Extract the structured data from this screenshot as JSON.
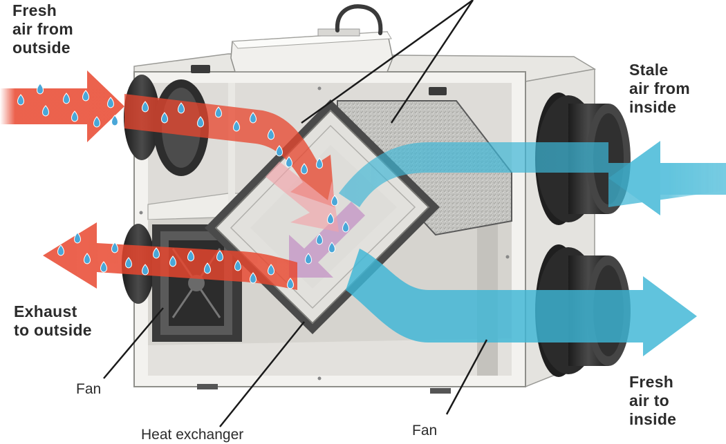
{
  "labels": {
    "fresh_outside": [
      "Fresh",
      "air from",
      "outside"
    ],
    "stale_inside": [
      "Stale",
      "air from",
      "inside"
    ],
    "exhaust": [
      "Exhaust",
      "to outside"
    ],
    "fresh_inside": [
      "Fresh",
      "air to",
      "inside"
    ],
    "fan_left": "Fan",
    "fan_right": "Fan",
    "heat_exchanger": "Heat exchanger"
  },
  "colors": {
    "warm_air": "#e8472f",
    "cool_air": "#3db6d6",
    "water_drop": "#4aa7d8",
    "cabinet": "#f2f1ee",
    "ductwork": "#2f2f2f"
  },
  "icons": [
    "water-drop-icon",
    "fan-icon",
    "duct-collar-icon"
  ]
}
